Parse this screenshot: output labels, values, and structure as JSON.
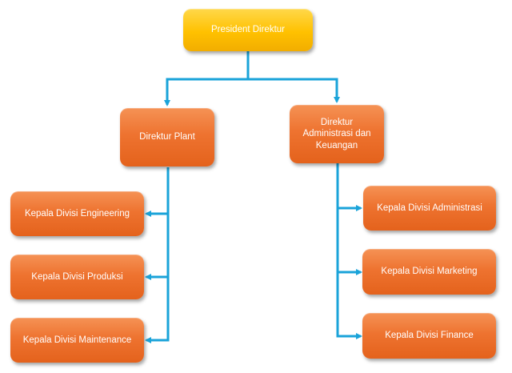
{
  "nodes": {
    "president": "President Direktur",
    "plant": "Direktur Plant",
    "admin_finance": [
      "Direktur",
      "Administrasi dan",
      "Keuangan"
    ],
    "engineering": "Kepala Divisi Engineering",
    "produksi": "Kepala Divisi Produksi",
    "maintenance": "Kepala Divisi Maintenance",
    "administrasi": "Kepala Divisi Administrasi",
    "marketing": "Kepala Divisi Marketing",
    "finance": "Kepala Divisi Finance"
  },
  "colors": {
    "connector": "#1aa3d9",
    "node_orange": "#ee7330",
    "node_yellow": "#ffc100"
  }
}
